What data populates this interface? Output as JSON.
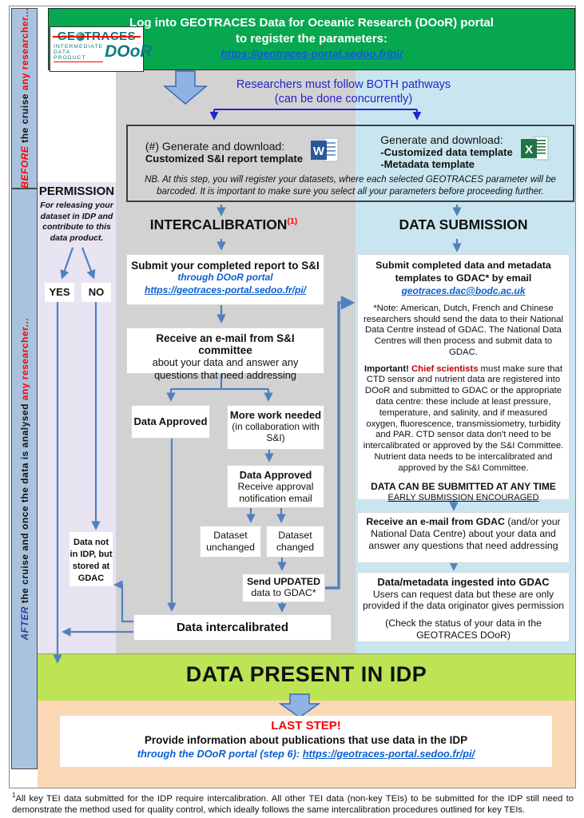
{
  "colors": {
    "header_green": "#07A750",
    "link_blue": "#0B5FD0",
    "pathway_blue": "#2323CE",
    "arrow_blue": "#4F81BD",
    "band_green": "#BCE455",
    "band_peach": "#FAD7B5",
    "red": "#FF0000",
    "dark_red": "#C00000",
    "after_blue": "#24409A",
    "logo_teal": "#0B7B80",
    "col_gray": "#D2D2D2",
    "col_blue": "#C9E6F0",
    "col_lavender": "#E8E4F2",
    "sidebar_blue": "#A9C3DF"
  },
  "sidebar": {
    "before": {
      "em": "BEFORE ",
      "mid": "the cruise ",
      "accent": "any researcher..."
    },
    "after": {
      "em": "AFTER ",
      "mid": "the cruise and once the data is analysed ",
      "accent": "any researcher..."
    }
  },
  "header": {
    "line1": "Log into GEOTRACES Data for Oceanic Research (DOoR) portal",
    "line2": "to register the parameters:",
    "link": "https://geotraces-portal.sedoo.fr/pi/"
  },
  "logo": {
    "name_left": "GE",
    "name_right": "TRACES",
    "sub1": "INTERMEDIATE",
    "sub2": "DATA PRODUCT",
    "door": "DOoR"
  },
  "pathways": {
    "line1": "Researchers must follow BOTH pathways",
    "line2": "(can be done concurrently)"
  },
  "templates": {
    "left_title": "(#) Generate and download:",
    "left_bold": "Customized S&I report template",
    "right_title": "Generate and download:",
    "right_bold1": "-Customized data template",
    "right_bold2": "-Metadata template",
    "nb": "NB. At this step, you will register your datasets, where each selected GEOTRACES parameter will be barcoded. It is important to make sure you select all your parameters before proceeding further."
  },
  "icons": {
    "word": "W",
    "excel": "X"
  },
  "permission": {
    "title": "PERMISSION",
    "desc": "For releasing your dataset in IDP and contribute to this data product.",
    "yes": "YES",
    "no": "NO",
    "no_result": "Data not in IDP, but stored at GDAC"
  },
  "intercal": {
    "title": "INTERCALIBRATION",
    "title_sup": "(1)",
    "submit_bold": "Submit your completed report to S&I",
    "submit_line2": "through DOoR portal",
    "submit_link": "https://geotraces-portal.sedoo.fr/pi/",
    "email_bold": "Receive an e-mail from S&I committee",
    "email_rest": "about your data and answer any questions that need addressing",
    "approved": "Data Approved",
    "more_bold": "More work needed",
    "more_rest": "(in collaboration with S&I)",
    "approved2_bold": "Data Approved",
    "approved2_rest": "Receive approval notification email",
    "unchanged": "Dataset unchanged",
    "changed": "Dataset changed",
    "send_bold": "Send UPDATED",
    "send_rest": "data to GDAC*",
    "final": "Data intercalibrated"
  },
  "submission": {
    "title": "DATA SUBMISSION",
    "submit_bold": "Submit completed data and metadata templates to GDAC* by email",
    "submit_link": "geotraces.dac@bodc.ac.uk",
    "note": "*Note: American, Dutch, French and Chinese researchers should send the data to their National Data Centre instead of GDAC. The National Data Centres will then process and submit data to GDAC.",
    "important_bold": "Important! ",
    "important_red": "Chief scientists",
    "important_rest": " must make sure that CTD sensor and nutrient data are registered into DOoR and submitted to GDAC or the appropriate data centre: these include at least pressure, temperature, and salinity, and if measured oxygen, fluorescence, transmissiometry, turbidity and PAR. CTD sensor data don't need to be intercalibrated or approved by the S&I Committee. Nutrient data needs to be intercalibrated and approved by the S&I Committee.",
    "anytime": "DATA CAN BE SUBMITTED AT ANY TIME",
    "early": "EARLY SUBMISSION ENCOURAGED",
    "gdac_bold": "Receive an e-mail from GDAC",
    "gdac_rest": " (and/or your National Data Centre) about your data and answer any questions that need addressing",
    "ingest_bold": "Data/metadata ingested into GDAC",
    "ingest_rest": "Users can request data but these are only provided if the data originator gives permission",
    "ingest_check": "(Check the status of your data in the GEOTRACES DOoR)"
  },
  "idp_band": {
    "label": "DATA PRESENT IN IDP"
  },
  "last_step": {
    "title": "LAST STEP!",
    "line": "Provide information about publications that use data in the IDP",
    "via": "through the DOoR portal (step 6): ",
    "link": "https://geotraces-portal.sedoo.fr/pi/"
  },
  "footnote": {
    "sup": "1",
    "text": "All key TEI data submitted for the IDP require intercalibration. All other TEI data (non-key TEIs) to be submitted for the IDP still need to demonstrate the method used for quality control, which ideally follows the same intercalibration procedures outlined for key TEIs."
  }
}
